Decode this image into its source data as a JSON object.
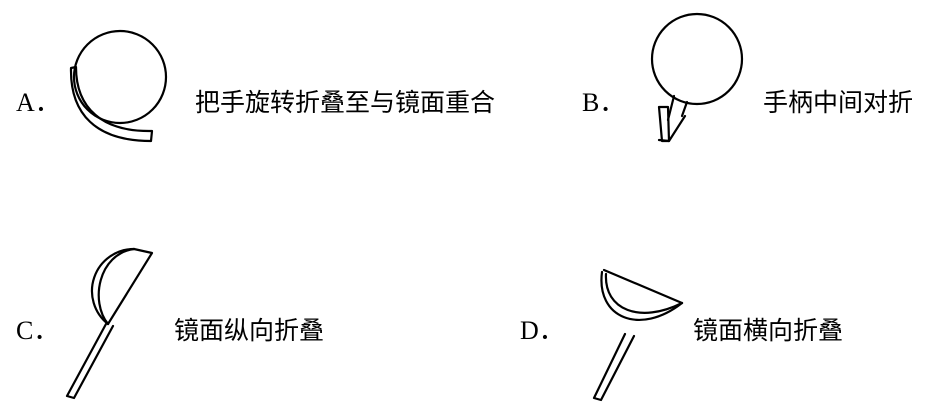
{
  "options": [
    {
      "letter": "A．",
      "text": "把手旋转折叠至与镜面重合",
      "icon": "mirror-handle-rotated-onto-face-icon"
    },
    {
      "letter": "B．",
      "text": "手柄中间对折",
      "icon": "mirror-handle-folded-in-middle-icon"
    },
    {
      "letter": "C．",
      "text": "镜面纵向折叠",
      "icon": "mirror-face-folded-vertically-icon"
    },
    {
      "letter": "D．",
      "text": "镜面横向折叠",
      "icon": "mirror-face-folded-horizontally-icon"
    }
  ]
}
